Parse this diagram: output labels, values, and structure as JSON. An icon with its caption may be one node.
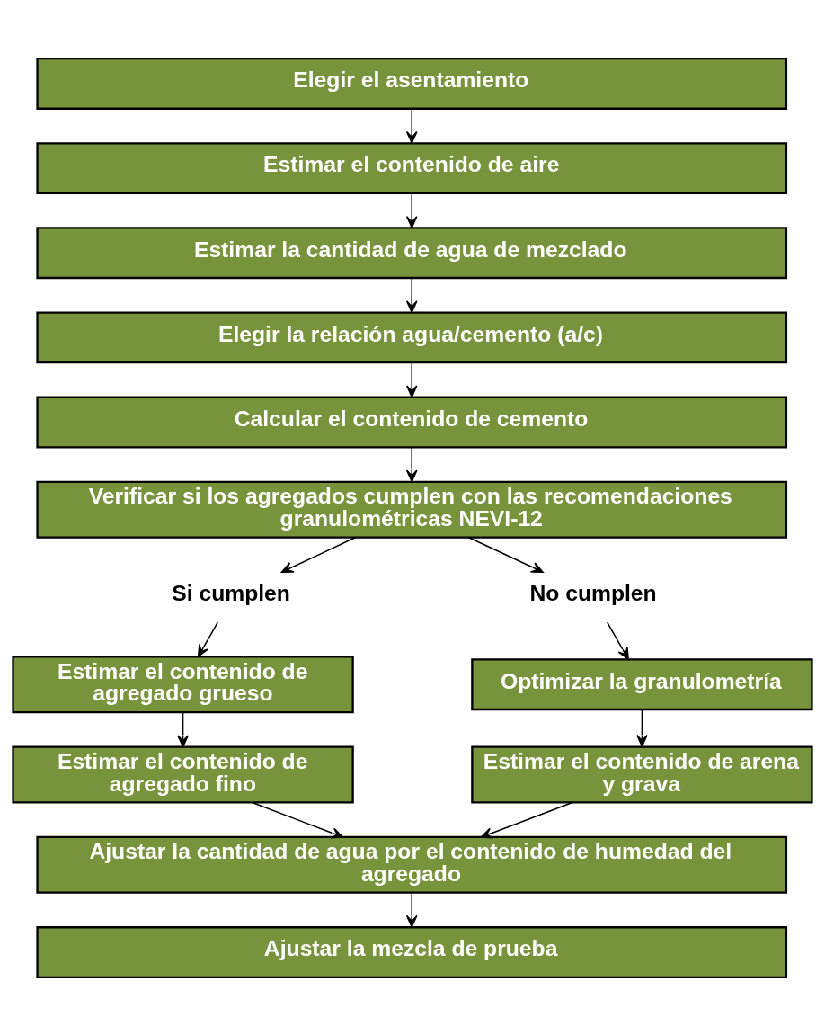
{
  "diagram": {
    "nodes": [
      {
        "text": [
          "Elegir el asentamiento"
        ]
      },
      {
        "text": [
          "Estimar el contenido de aire"
        ]
      },
      {
        "text": [
          "Estimar la cantidad de agua de mezclado"
        ]
      },
      {
        "text": [
          "Elegir la relación agua/cemento (a/c)"
        ]
      },
      {
        "text": [
          "Calcular el contenido de cemento"
        ]
      },
      {
        "text": [
          "Verificar si los agregados cumplen con las recomendaciones granulométricas NEVI-12"
        ]
      },
      {
        "text": [
          "Si cumplen"
        ]
      },
      {
        "text": [
          "No cumplen"
        ]
      },
      {
        "text": [
          "Estimar el contenido de agregado grueso"
        ]
      },
      {
        "text": [
          "Optimizar la granulometría"
        ]
      },
      {
        "text": [
          "Estimar el contenido de agregado fino"
        ]
      },
      {
        "text": [
          "Estimar el contenido de arena y grava"
        ]
      },
      {
        "text": [
          "Ajustar la cantidad de agua por el contenido de humedad del agregado"
        ]
      },
      {
        "text": [
          "Ajustar la mezcla de prueba"
        ]
      }
    ],
    "edges": [
      {
        "from": 0,
        "to": 1,
        "arrow": "to"
      },
      {
        "from": 1,
        "to": 2,
        "arrow": "to"
      },
      {
        "from": 2,
        "to": 3,
        "arrow": "to"
      },
      {
        "from": 3,
        "to": 4,
        "arrow": "to"
      },
      {
        "from": 4,
        "to": 5,
        "arrow": "to"
      },
      {
        "from": 5,
        "to": 6,
        "arrow": "to"
      },
      {
        "from": 5,
        "to": 7,
        "arrow": "to"
      },
      {
        "from": 6,
        "to": 8,
        "arrow": "to"
      },
      {
        "from": 7,
        "to": 9,
        "arrow": "to"
      },
      {
        "from": 8,
        "to": 10,
        "arrow": "to"
      },
      {
        "from": 9,
        "to": 11,
        "arrow": "to"
      },
      {
        "from": 10,
        "to": 12,
        "arrow": "to"
      },
      {
        "from": 11,
        "to": 12,
        "arrow": "to"
      },
      {
        "from": 12,
        "to": 13,
        "arrow": "to"
      }
    ]
  }
}
